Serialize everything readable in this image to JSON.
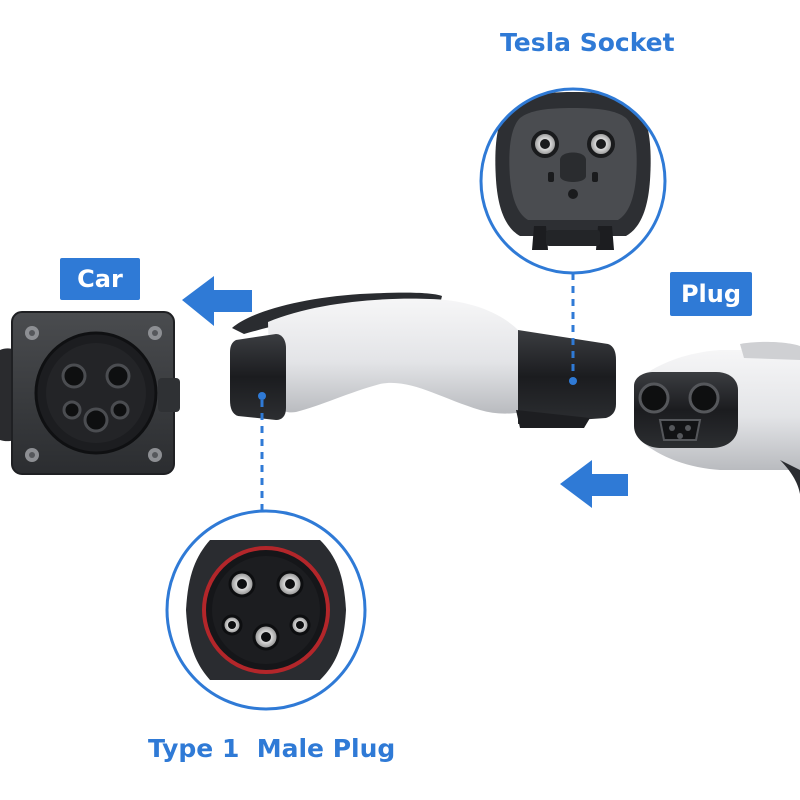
{
  "labels": {
    "tesla_socket": "Tesla Socket",
    "car": "Car",
    "plug": "Plug",
    "type1_male_plug": "Type 1  Male Plug"
  },
  "colors": {
    "accent_blue": "#2f7ad6",
    "connector_white": "#e6e7ea",
    "connector_black": "#1e1f22",
    "socket_dark": "#3a3c3f",
    "ring_red": "#b3262a"
  },
  "icons": {
    "arrow_to_car": "arrow-left-icon",
    "arrow_from_plug": "arrow-left-icon"
  }
}
